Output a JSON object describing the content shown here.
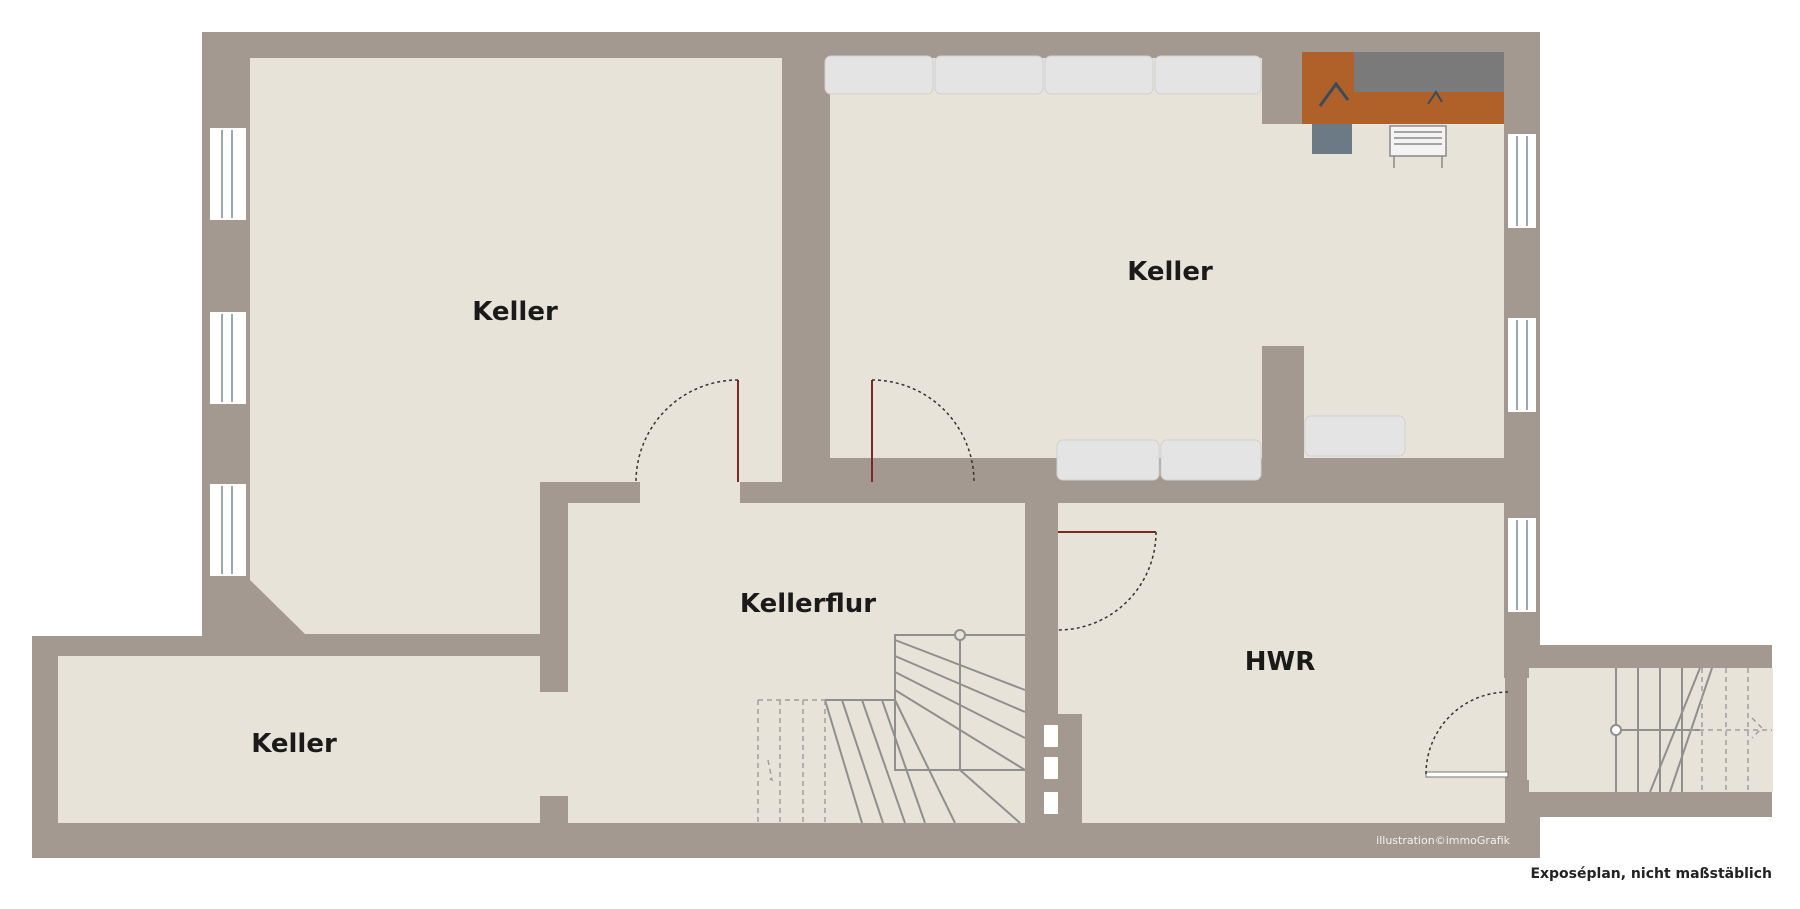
{
  "plan": {
    "rooms": [
      {
        "label": "Keller"
      },
      {
        "label": "Keller"
      },
      {
        "label": "Kellerflur"
      },
      {
        "label": "Keller"
      },
      {
        "label": "HWR"
      }
    ],
    "credit": "illustration©immoGrafik",
    "note": "Exposéplan, nicht maßstäblich"
  },
  "colors": {
    "wall": "#a49990",
    "floor": "#e8e3d8",
    "door_leaf": "#7a2a22",
    "window": "#ffffff",
    "stair_line": "#8f8f8f",
    "furniture_light": "#e4e4e4",
    "desk_wood": "#b0612a",
    "shelf_grey": "#7a7a7a"
  }
}
